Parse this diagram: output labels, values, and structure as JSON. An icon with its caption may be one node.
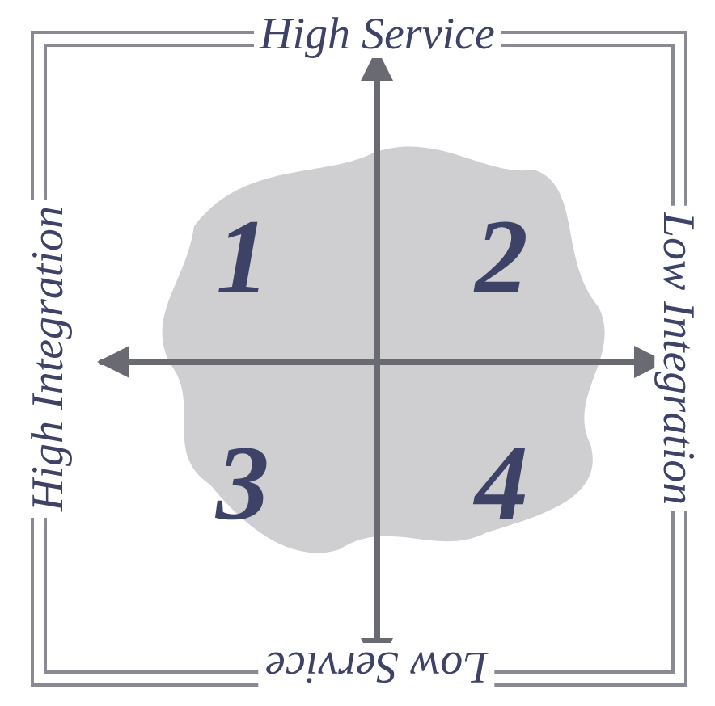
{
  "diagram": {
    "labels": [
      "High Service",
      "High Integration",
      "Low Integration",
      "1",
      "2",
      "3",
      "4",
      "Low Service"
    ]
  }
}
